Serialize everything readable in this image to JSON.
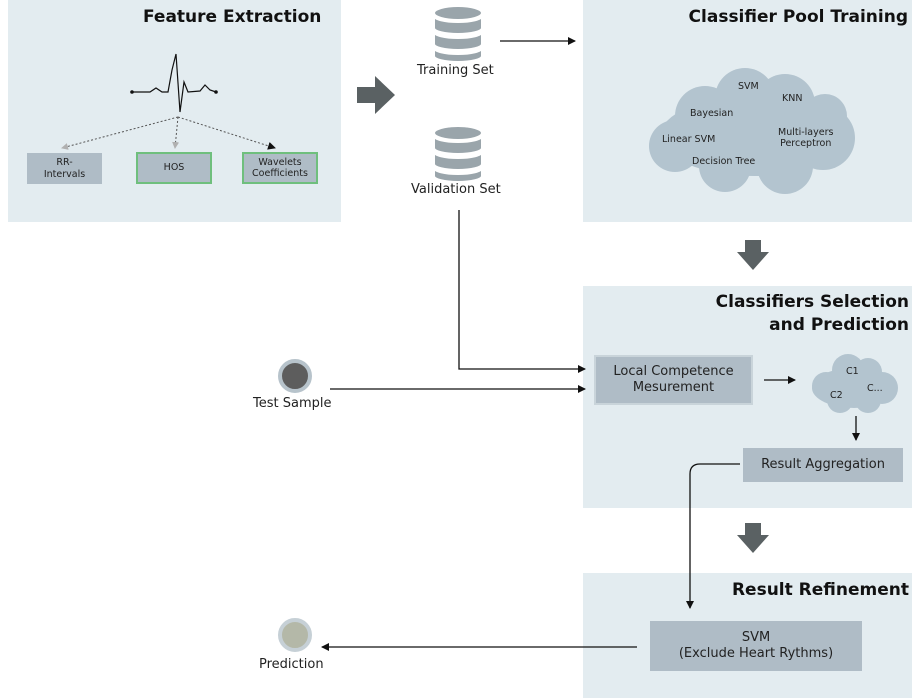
{
  "feature_extraction": {
    "title": "Feature Extraction",
    "features": [
      "RR-\nIntervals",
      "HOS",
      "Wavelets\nCoefficients"
    ]
  },
  "datasets": {
    "training": "Training Set",
    "validation": "Validation Set"
  },
  "classifier_pool": {
    "title": "Classifier Pool Training",
    "classifiers": [
      "SVM",
      "KNN",
      "Bayesian",
      "Linear SVM",
      "Multi-layers\nPerceptron",
      "Decision Tree"
    ]
  },
  "selection": {
    "title_line1": "Classifiers Selection",
    "title_line2": "and Prediction",
    "competence": "Local Competence\nMesurement",
    "aggregation": "Result Aggregation",
    "selected": [
      "C1",
      "C2",
      "C..."
    ]
  },
  "test_sample": "Test Sample",
  "refinement": {
    "title": "Result Refinement",
    "svm": "SVM\n(Exclude Heart Rythms)"
  },
  "prediction": "Prediction",
  "colors": {
    "panel": "#e3ecf0",
    "box": "#afbcc6",
    "cloud": "#b3c4cf",
    "db": "#9aa5ab",
    "green_border": "#6fbf7d",
    "arrow_big": "#5a6163"
  }
}
